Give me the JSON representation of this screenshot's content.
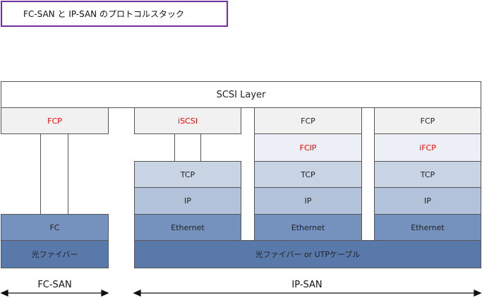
{
  "title": "FC-SAN と IP-SAN のプロトコルスタック",
  "layers": {
    "scsi": "SCSI Layer",
    "fc_stack": {
      "top": "FCP",
      "fc": "FC",
      "media": "光ファイバー"
    },
    "iscsi_stack": {
      "top": "iSCSI",
      "tcp": "TCP",
      "ip": "IP",
      "ethernet": "Ethernet"
    },
    "fcip_stack": {
      "fcp": "FCP",
      "proto": "FCIP",
      "tcp": "TCP",
      "ip": "IP",
      "ethernet": "Ethernet"
    },
    "ifcp_stack": {
      "fcp": "FCP",
      "proto": "iFCP",
      "tcp": "TCP",
      "ip": "IP",
      "ethernet": "Ethernet"
    },
    "ip_media": "光ファイバー or UTPケーブル"
  },
  "spans": {
    "fc_san": "FC-SAN",
    "ip_san": "IP-SAN"
  },
  "colors": {
    "highlight_text": "#ff0000",
    "title_border": "#7030a0"
  }
}
